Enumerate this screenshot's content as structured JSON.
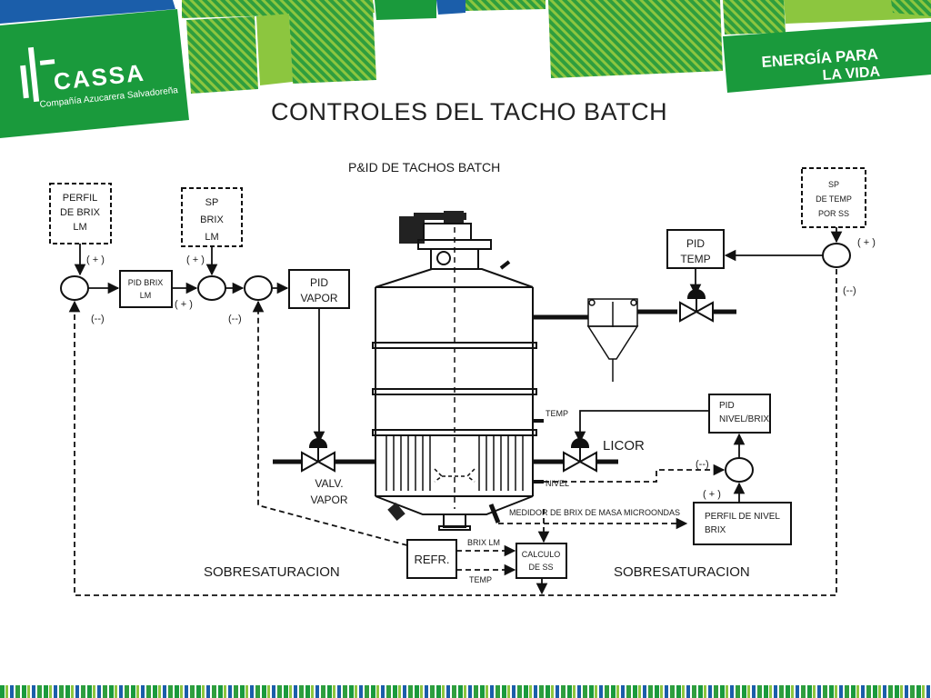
{
  "title": "CONTROLES DEL TACHO BATCH",
  "brand": {
    "logo_name": "CASSA",
    "logo_subtitle": "Compañía Azucarera Salvadoreña",
    "slogan_line1": "ENERGÍA PARA",
    "slogan_line2": "LA VIDA"
  },
  "colors": {
    "brand_green": "#1a9a3c",
    "lime": "#8cc63f",
    "dark_green": "#0b6e2e",
    "blue_accent": "#1b5eaa"
  },
  "diagram": {
    "heading": "P&ID DE TACHOS BATCH",
    "blocks": {
      "perfil_brix": [
        "PERFIL",
        "DE BRIX",
        "LM"
      ],
      "sp_brix": [
        "SP",
        "BRIX",
        "LM"
      ],
      "sp_temp": [
        "SP",
        "DE TEMP",
        "POR SS"
      ],
      "pid_brix": [
        "PID BRIX",
        "LM"
      ],
      "pid_vapor": [
        "PID",
        "VAPOR"
      ],
      "pid_temp": [
        "PID",
        "TEMP"
      ],
      "pid_nivel": [
        "PID",
        "NIVEL/BRIX"
      ],
      "perfil_nivel": [
        "PERFIL DE NIVEL",
        "BRIX"
      ],
      "refr": "REFR.",
      "calculo_ss": [
        "CALCULO",
        "DE SS"
      ]
    },
    "signs": {
      "plus": "( + )",
      "minus": "(--)"
    },
    "labels": {
      "valv_vapor": [
        "VALV.",
        "VAPOR"
      ],
      "licor": "LICOR",
      "temp": "TEMP",
      "nivel": "NIVEL",
      "medidor": "MEDIDOR DE BRIX DE MASA MICROONDAS",
      "brix_lm": "BRIX LM",
      "sobresat_left": "SOBRESATURACION",
      "sobresat_right": "SOBRESATURACION"
    }
  }
}
